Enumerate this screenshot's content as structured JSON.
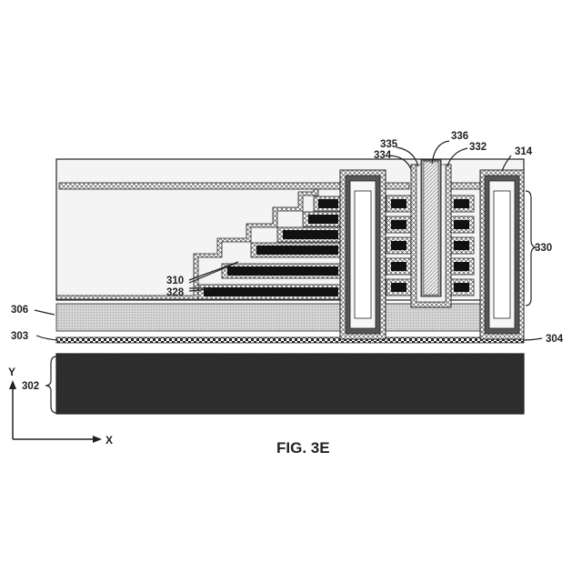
{
  "figure": {
    "caption": "FIG. 3E",
    "axis_y": "Y",
    "axis_x": "X"
  },
  "labels": {
    "l302": "302",
    "l303": "303",
    "l304": "304",
    "l306": "306",
    "l310": "310",
    "l314": "314",
    "l328": "328",
    "l330": "330",
    "l332": "332",
    "l334": "334",
    "l335": "335",
    "l336": "336"
  },
  "colors": {
    "ink": "#222222",
    "substrate": "#262626",
    "insulator": "#e3e3e3",
    "layer": "#111111"
  }
}
